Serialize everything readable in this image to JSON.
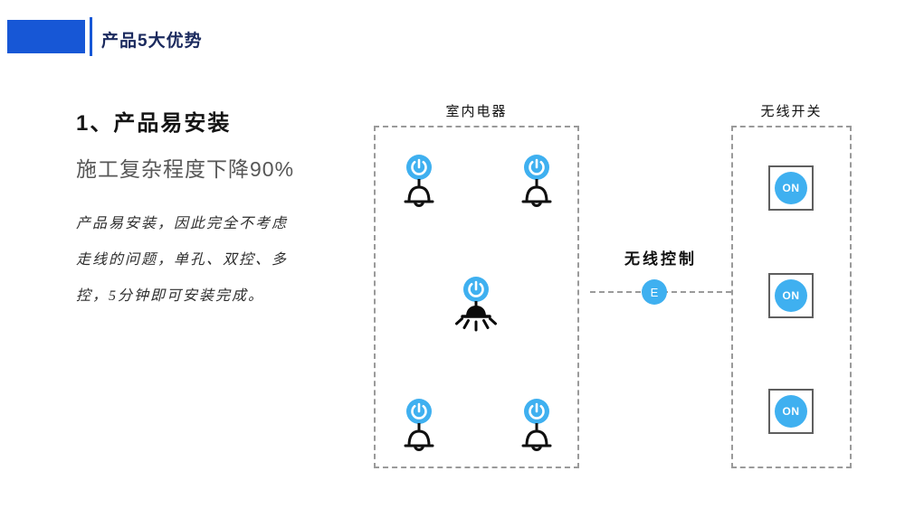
{
  "slide": {
    "header": {
      "title": "产品5大优势"
    },
    "left": {
      "heading": "1、产品易安装",
      "subheading": "施工复杂程度下降90%",
      "paragraph": "产品易安装，因此完全不考虑\n走线的问题，单孔、双控、多\n控，5分钟即可安装完成。"
    },
    "diagram": {
      "indoor_label": "室内电器",
      "wireless_switch_label": "无线开关",
      "link_label": "无线控制",
      "node_label": "E",
      "switch_on_label": "ON"
    },
    "colors": {
      "accent_blue": "#1757d6",
      "icon_blue": "#3fb0f0",
      "title_navy": "#1b2a5e",
      "dashed_gray": "#9a9a9a"
    }
  }
}
